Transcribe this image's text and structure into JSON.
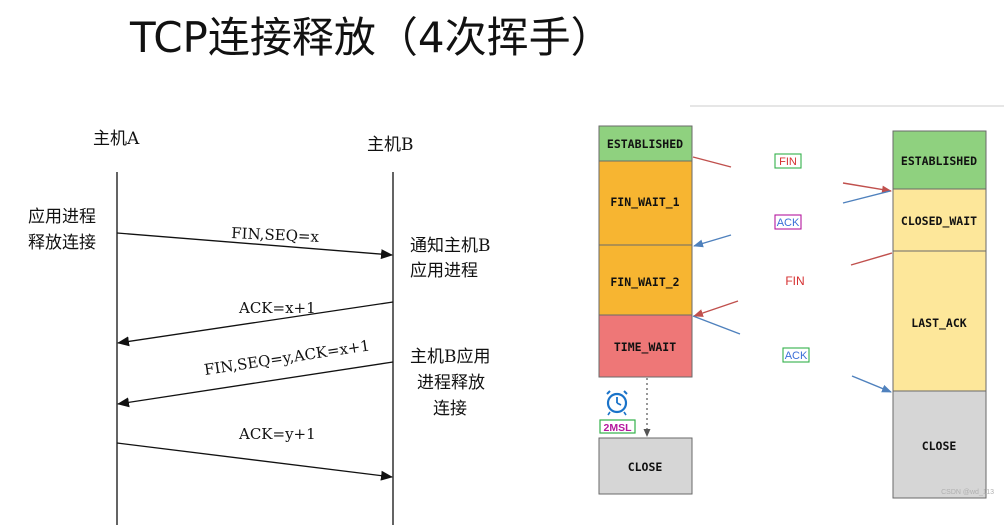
{
  "title": "TCP连接释放（4次挥手）",
  "left_diagram": {
    "host_a": "主机A",
    "host_b": "主机B",
    "note_a_line1": "应用进程",
    "note_a_line2": "释放连接",
    "note_b1_line1": "通知主机B",
    "note_b1_line2": "应用进程",
    "note_b2_line1": "主机B应用",
    "note_b2_line2": "进程释放",
    "note_b2_line3": "连接",
    "msg1": "FIN,SEQ=x",
    "msg2": "ACK=x+1",
    "msg3": "FIN,SEQ=y,ACK=x+1",
    "msg4": "ACK=y+1"
  },
  "right_diagram": {
    "client_states": [
      "ESTABLISHED",
      "FIN_WAIT_1",
      "FIN_WAIT_2",
      "TIME_WAIT",
      "CLOSE"
    ],
    "server_states": [
      "ESTABLISHED",
      "CLOSED_WAIT",
      "LAST_ACK",
      "CLOSE"
    ],
    "msg_fin1": "FIN",
    "msg_ack1": "ACK",
    "msg_fin2": "FIN",
    "msg_ack2": "ACK",
    "timer": "2MSL",
    "watermark": "CSDN @wd_113",
    "colors": {
      "established": "#8fd17f",
      "fin_wait": "#f7b531",
      "time_wait": "#ee7777",
      "close": "#d6d6d6",
      "server_wait": "#fde79a",
      "fin_arrow": "#c0504d",
      "ack_arrow": "#4f81bd"
    }
  }
}
